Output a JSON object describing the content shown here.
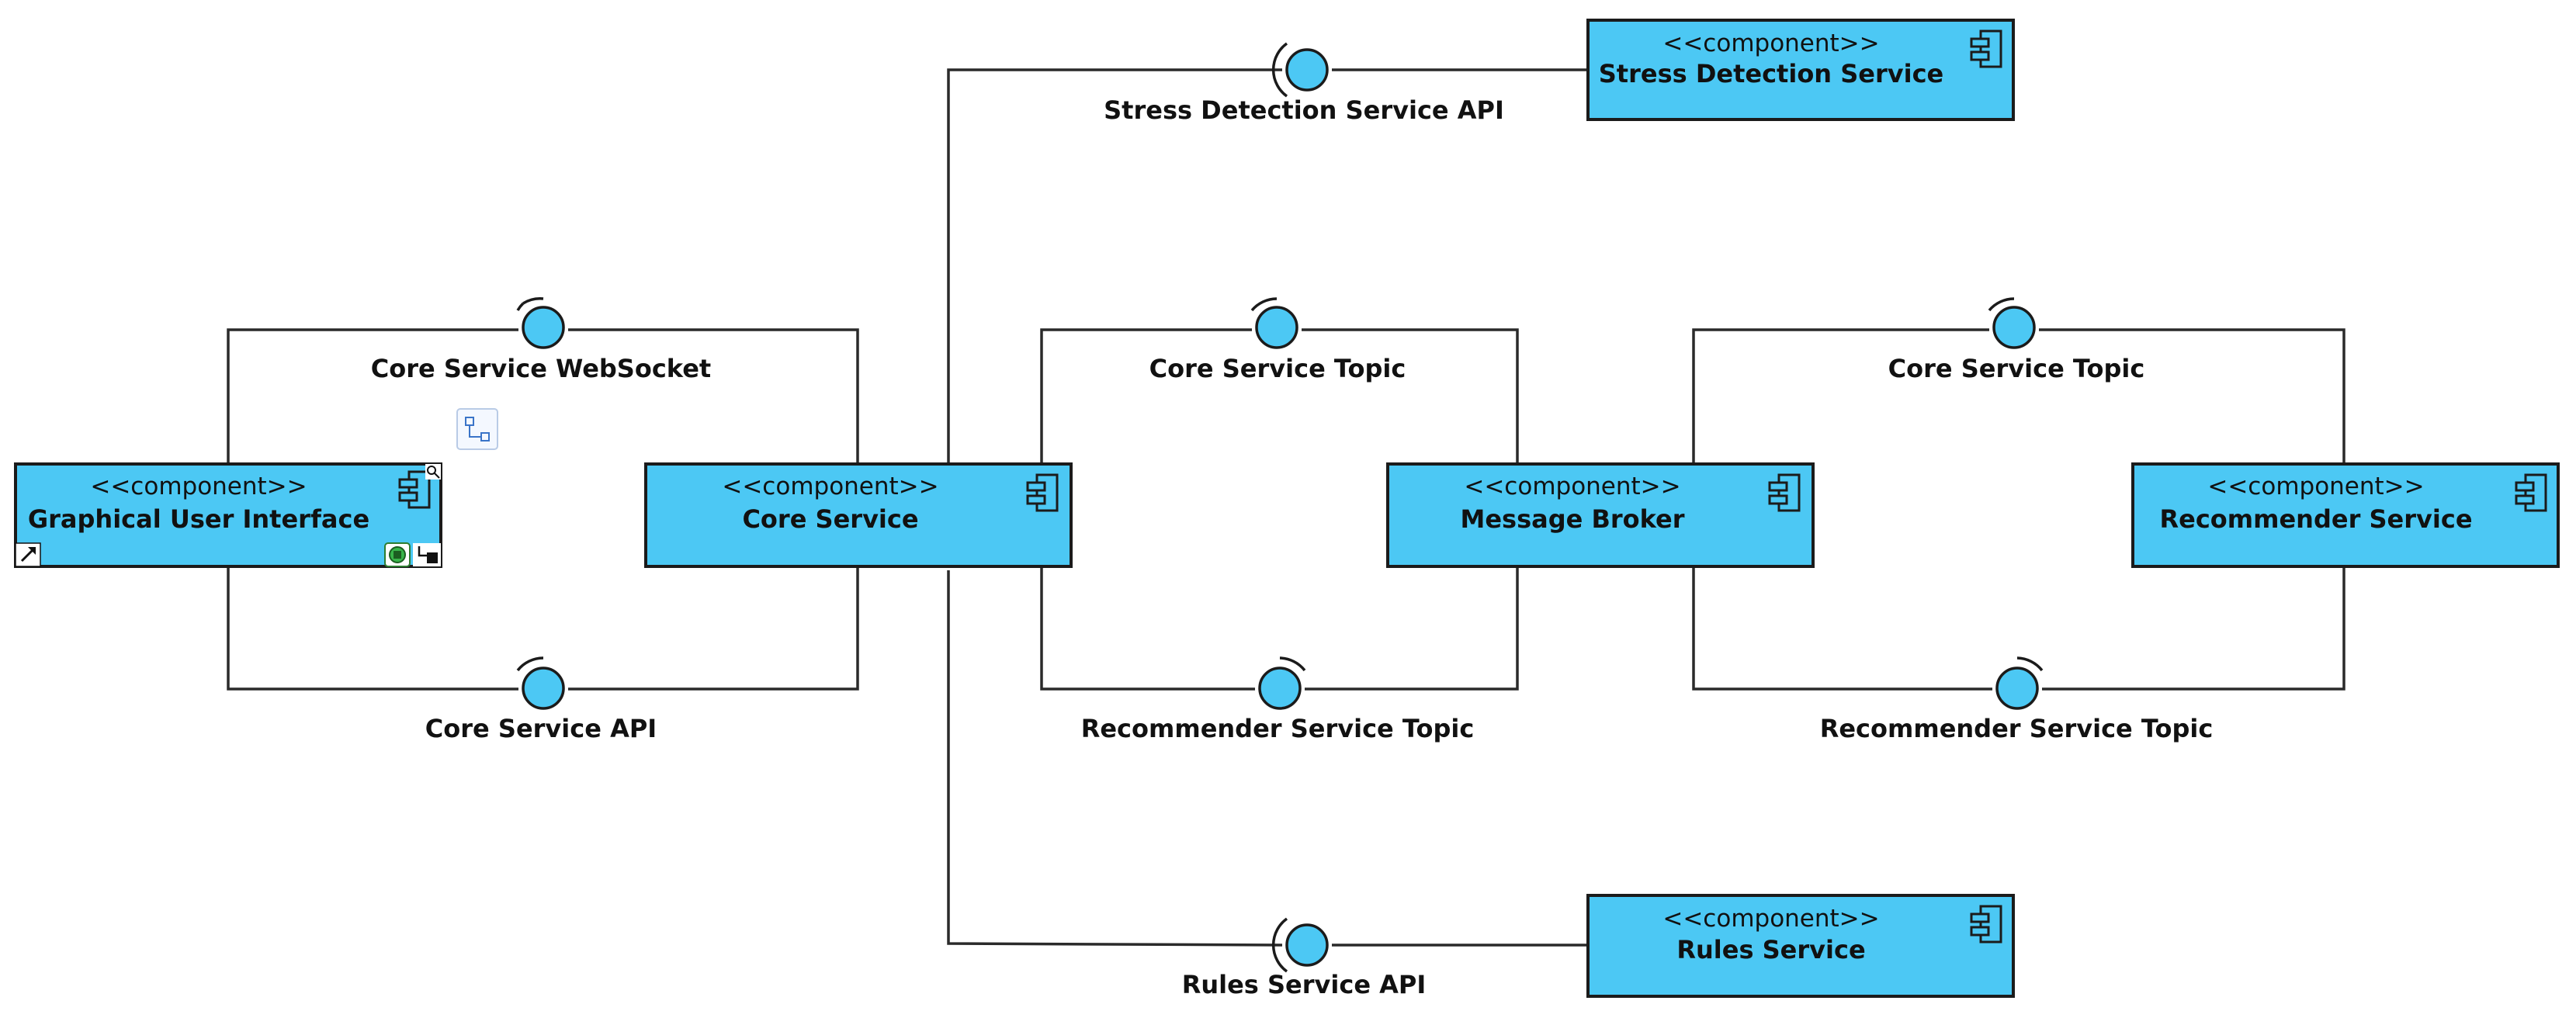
{
  "diagram": {
    "stereotype": "<<component>>",
    "components": {
      "stress": "Stress Detection Service",
      "gui": "Graphical User Interface",
      "core": "Core Service",
      "broker": "Message Broker",
      "recommender": "Recommender Service",
      "rules": "Rules Service"
    },
    "interfaces": {
      "stress_api": "Stress Detection Service API",
      "core_ws": "Core Service WebSocket",
      "core_api": "Core Service API",
      "core_topic_1": "Core Service Topic",
      "rec_topic_1": "Recommender Service Topic",
      "core_topic_2": "Core Service Topic",
      "rec_topic_2": "Recommender Service Topic",
      "rules_api": "Rules Service API"
    },
    "colors": {
      "component_fill": "#4cc8f4",
      "line": "#1b1b1b"
    }
  }
}
